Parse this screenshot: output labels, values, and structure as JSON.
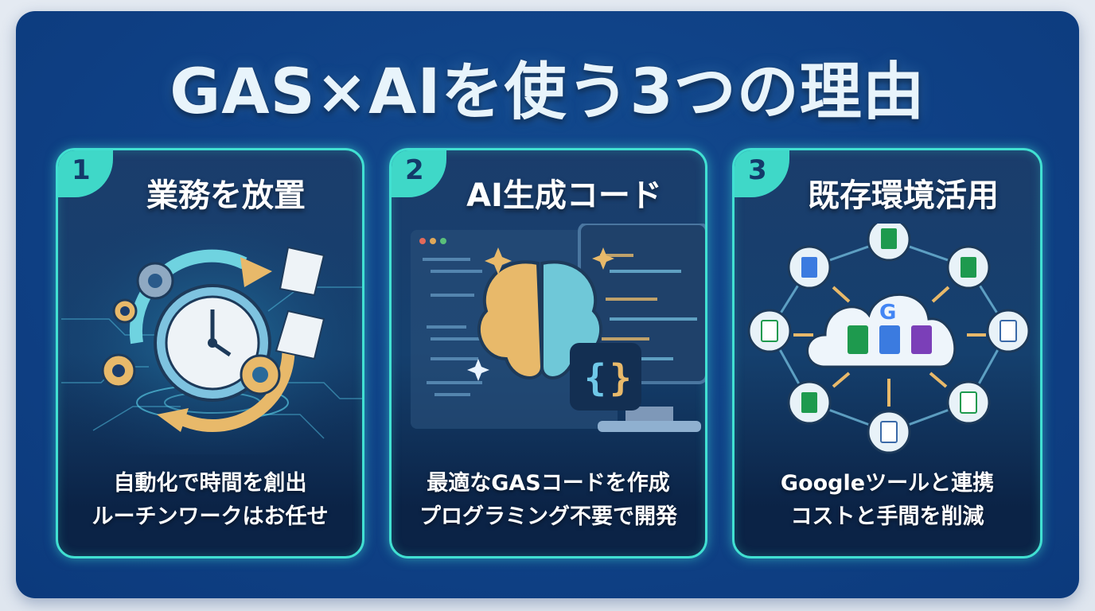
{
  "title": "GAS×AIを使う3つの理由",
  "colors": {
    "frame": "#0f4186",
    "card_border": "#41e0d2",
    "badge": "#3fd8c8",
    "accent_gold": "#e8b96a",
    "accent_teal": "#6fd3e0"
  },
  "cards": [
    {
      "number": "1",
      "title": "業務を放置",
      "lines": [
        "自動化で時間を創出",
        "ルーチンワークはお任せ"
      ],
      "illustration": "clock-automation-icon"
    },
    {
      "number": "2",
      "title": "AI生成コード",
      "lines": [
        "最適なGASコードを作成",
        "プログラミング不要で開発"
      ],
      "illustration": "ai-brain-code-icon"
    },
    {
      "number": "3",
      "title": "既存環境活用",
      "lines": [
        "Googleツールと連携",
        "コストと手間を削減"
      ],
      "illustration": "google-cloud-network-icon"
    }
  ]
}
